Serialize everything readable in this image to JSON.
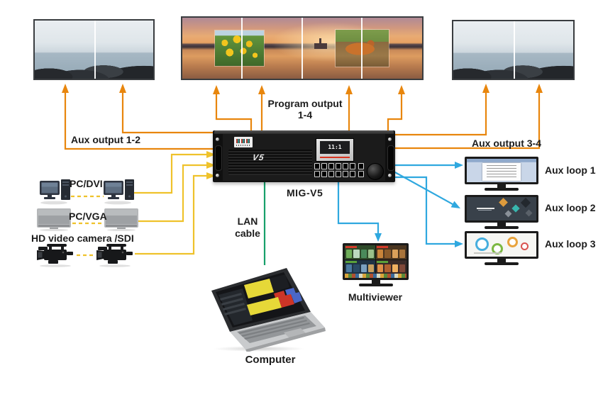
{
  "labels": {
    "program_line1": "Program output",
    "program_line2": "1-4",
    "aux_output_left": "Aux output 1-2",
    "aux_output_right": "Aux output 3-4",
    "lan_line1": "LAN",
    "lan_line2": "cable",
    "computer": "Computer",
    "multiviewer": "Multiviewer"
  },
  "inputs": [
    {
      "label": "PC/DVI"
    },
    {
      "label": "PC/VGA"
    },
    {
      "label": "HD video camera /SDI"
    }
  ],
  "aux_loops": [
    {
      "label": "Aux loop 1"
    },
    {
      "label": "Aux loop 2"
    },
    {
      "label": "Aux loop 3"
    }
  ],
  "device": {
    "model_label": "MIG-V5",
    "logo": "V5",
    "screen_text": "11:1"
  },
  "colors": {
    "input_yellow": "#EFC22B",
    "output_orange": "#E8860D",
    "loop_blue": "#2FA8DF",
    "lan_green": "#17A06B",
    "label_text": "#1C1C1C"
  }
}
